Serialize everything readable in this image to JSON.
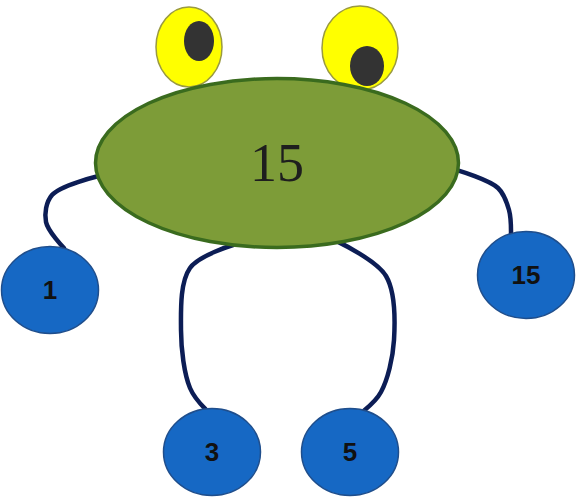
{
  "diagram": {
    "nodes": [
      {
        "text": [
          "15"
        ]
      },
      {
        "text": [
          "1"
        ]
      },
      {
        "text": [
          "3"
        ]
      },
      {
        "text": [
          "5"
        ]
      },
      {
        "text": [
          "15"
        ]
      }
    ],
    "edges": [
      {
        "from": 0,
        "to": 1,
        "arrow": "none"
      },
      {
        "from": 0,
        "to": 2,
        "arrow": "none"
      },
      {
        "from": 0,
        "to": 3,
        "arrow": "none"
      },
      {
        "from": 0,
        "to": 4,
        "arrow": "none"
      }
    ]
  }
}
